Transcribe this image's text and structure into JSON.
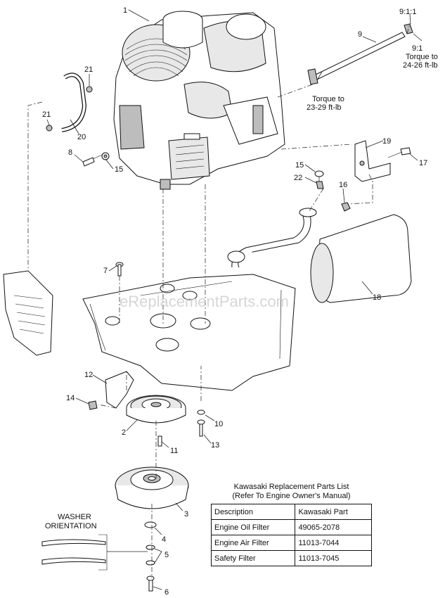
{
  "watermark": "eReplacementParts.com",
  "callouts": {
    "c1": "1",
    "c2": "2",
    "c3": "3",
    "c4": "4",
    "c5": "5",
    "c6": "6",
    "c7": "7",
    "c8": "8",
    "c9": "9",
    "c10": "10",
    "c11": "11",
    "c12": "12",
    "c13": "13",
    "c14": "14",
    "c15a": "15",
    "c15b": "15",
    "c16": "16",
    "c17": "17",
    "c18": "18",
    "c19": "19",
    "c20": "20",
    "c21a": "21",
    "c21b": "21",
    "c22": "22"
  },
  "notes": {
    "ratio_911": "9:1:1",
    "ratio_91": "9:1",
    "torque_a_l1": "Torque to",
    "torque_a_l2": "24-26 ft-lb",
    "torque_b_l1": "Torque to",
    "torque_b_l2": "23-29 ft-lb"
  },
  "washer": {
    "title_l1": "WASHER",
    "title_l2": "ORIENTATION"
  },
  "parts_table": {
    "title_l1": "Kawasaki Replacement Parts List",
    "title_l2": "(Refer To Engine Owner's Manual)",
    "headers": [
      "Description",
      "Kawasaki Part"
    ],
    "rows": [
      [
        "Engine Oil Filter",
        "49065-2078"
      ],
      [
        "Engine Air Filter",
        "11013-7044"
      ],
      [
        "Safety Filter",
        "11013-7045"
      ]
    ]
  }
}
